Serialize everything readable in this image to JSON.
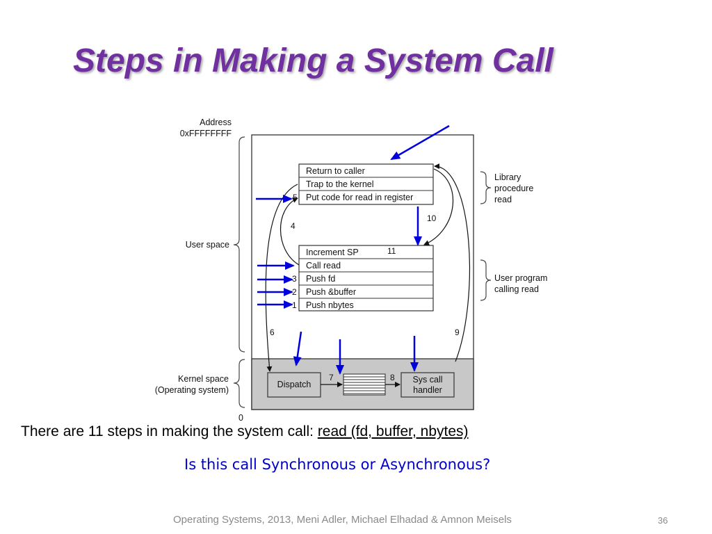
{
  "slide": {
    "title": "Steps in Making a System Call",
    "body_prefix": "There are 11 steps in making the system call: ",
    "body_call": "read (fd, buffer, nbytes)",
    "question": "Is this call Synchronous or Asynchronous?",
    "footer": "Operating Systems, 2013, Meni Adler, Michael Elhadad & Amnon Meisels",
    "page_number": "36"
  },
  "diagram": {
    "address_label": "Address",
    "address_top": "0xFFFFFFFF",
    "address_bottom": "0",
    "user_space": "User space",
    "kernel_space": "Kernel space",
    "kernel_space_sub": "(Operating system)",
    "library_box": [
      "Return to caller",
      "Trap to the kernel",
      "Put code for read in register"
    ],
    "library_label": [
      "Library",
      "procedure",
      "read"
    ],
    "user_box": [
      "Increment SP",
      "Call read",
      "Push fd",
      "Push &buffer",
      "Push nbytes"
    ],
    "user_label": [
      "User program",
      "calling read"
    ],
    "dispatch": "Dispatch",
    "handler": [
      "Sys call",
      "handler"
    ],
    "steps": {
      "s1": "1",
      "s2": "2",
      "s3": "3",
      "s4": "4",
      "s5": "5",
      "s6": "6",
      "s7": "7",
      "s8": "8",
      "s9": "9",
      "s10": "10",
      "s11": "11"
    },
    "colors": {
      "title": "#7030a0",
      "kernel_fill": "#c8c8c8",
      "highlight_arrow": "#0000dd",
      "question": "#0000cc"
    }
  }
}
